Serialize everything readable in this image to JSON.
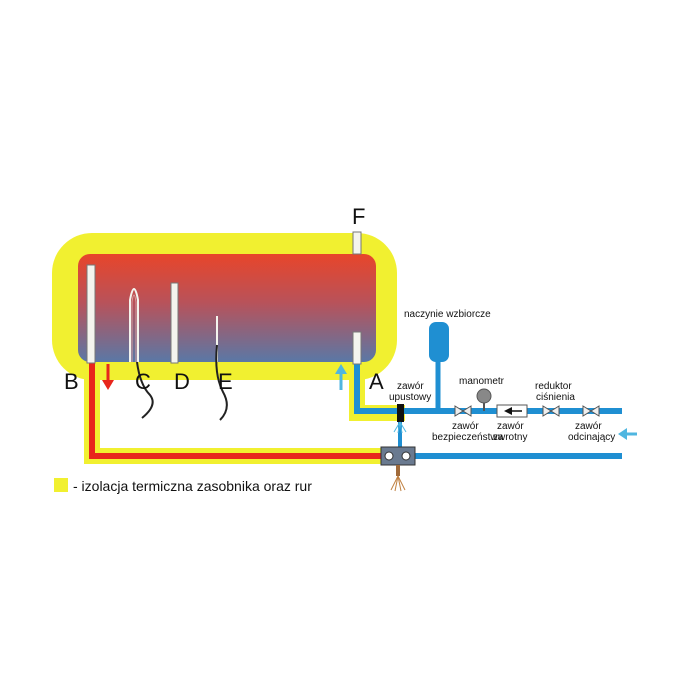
{
  "labels": {
    "A": "A",
    "B": "B",
    "C": "C",
    "D": "D",
    "E": "E",
    "F": "F"
  },
  "components": {
    "expansion_vessel": "naczynie wzbiorcze",
    "drain_valve_1": "zawór",
    "drain_valve_2": "upustowy",
    "manometer": "manometr",
    "pressure_reducer_1": "reduktor",
    "pressure_reducer_2": "ciśnienia",
    "safety_valve_1": "zawór",
    "safety_valve_2": "bezpieczeństwa",
    "check_valve_1": "zawór",
    "check_valve_2": "zwrotny",
    "shutoff_valve_1": "zawór",
    "shutoff_valve_2": "odcinający"
  },
  "legend": {
    "text": "- izolacja termiczna zasobnika oraz rur"
  },
  "colors": {
    "insulation": "#f1f030",
    "hot_pipe": "#e8261c",
    "cold_pipe": "#1f8fd2",
    "arrow_hot": "#e8261c",
    "arrow_cold": "#4fb6e0",
    "tank_top": "#e8452a",
    "tank_bottom": "#5a78a6"
  }
}
